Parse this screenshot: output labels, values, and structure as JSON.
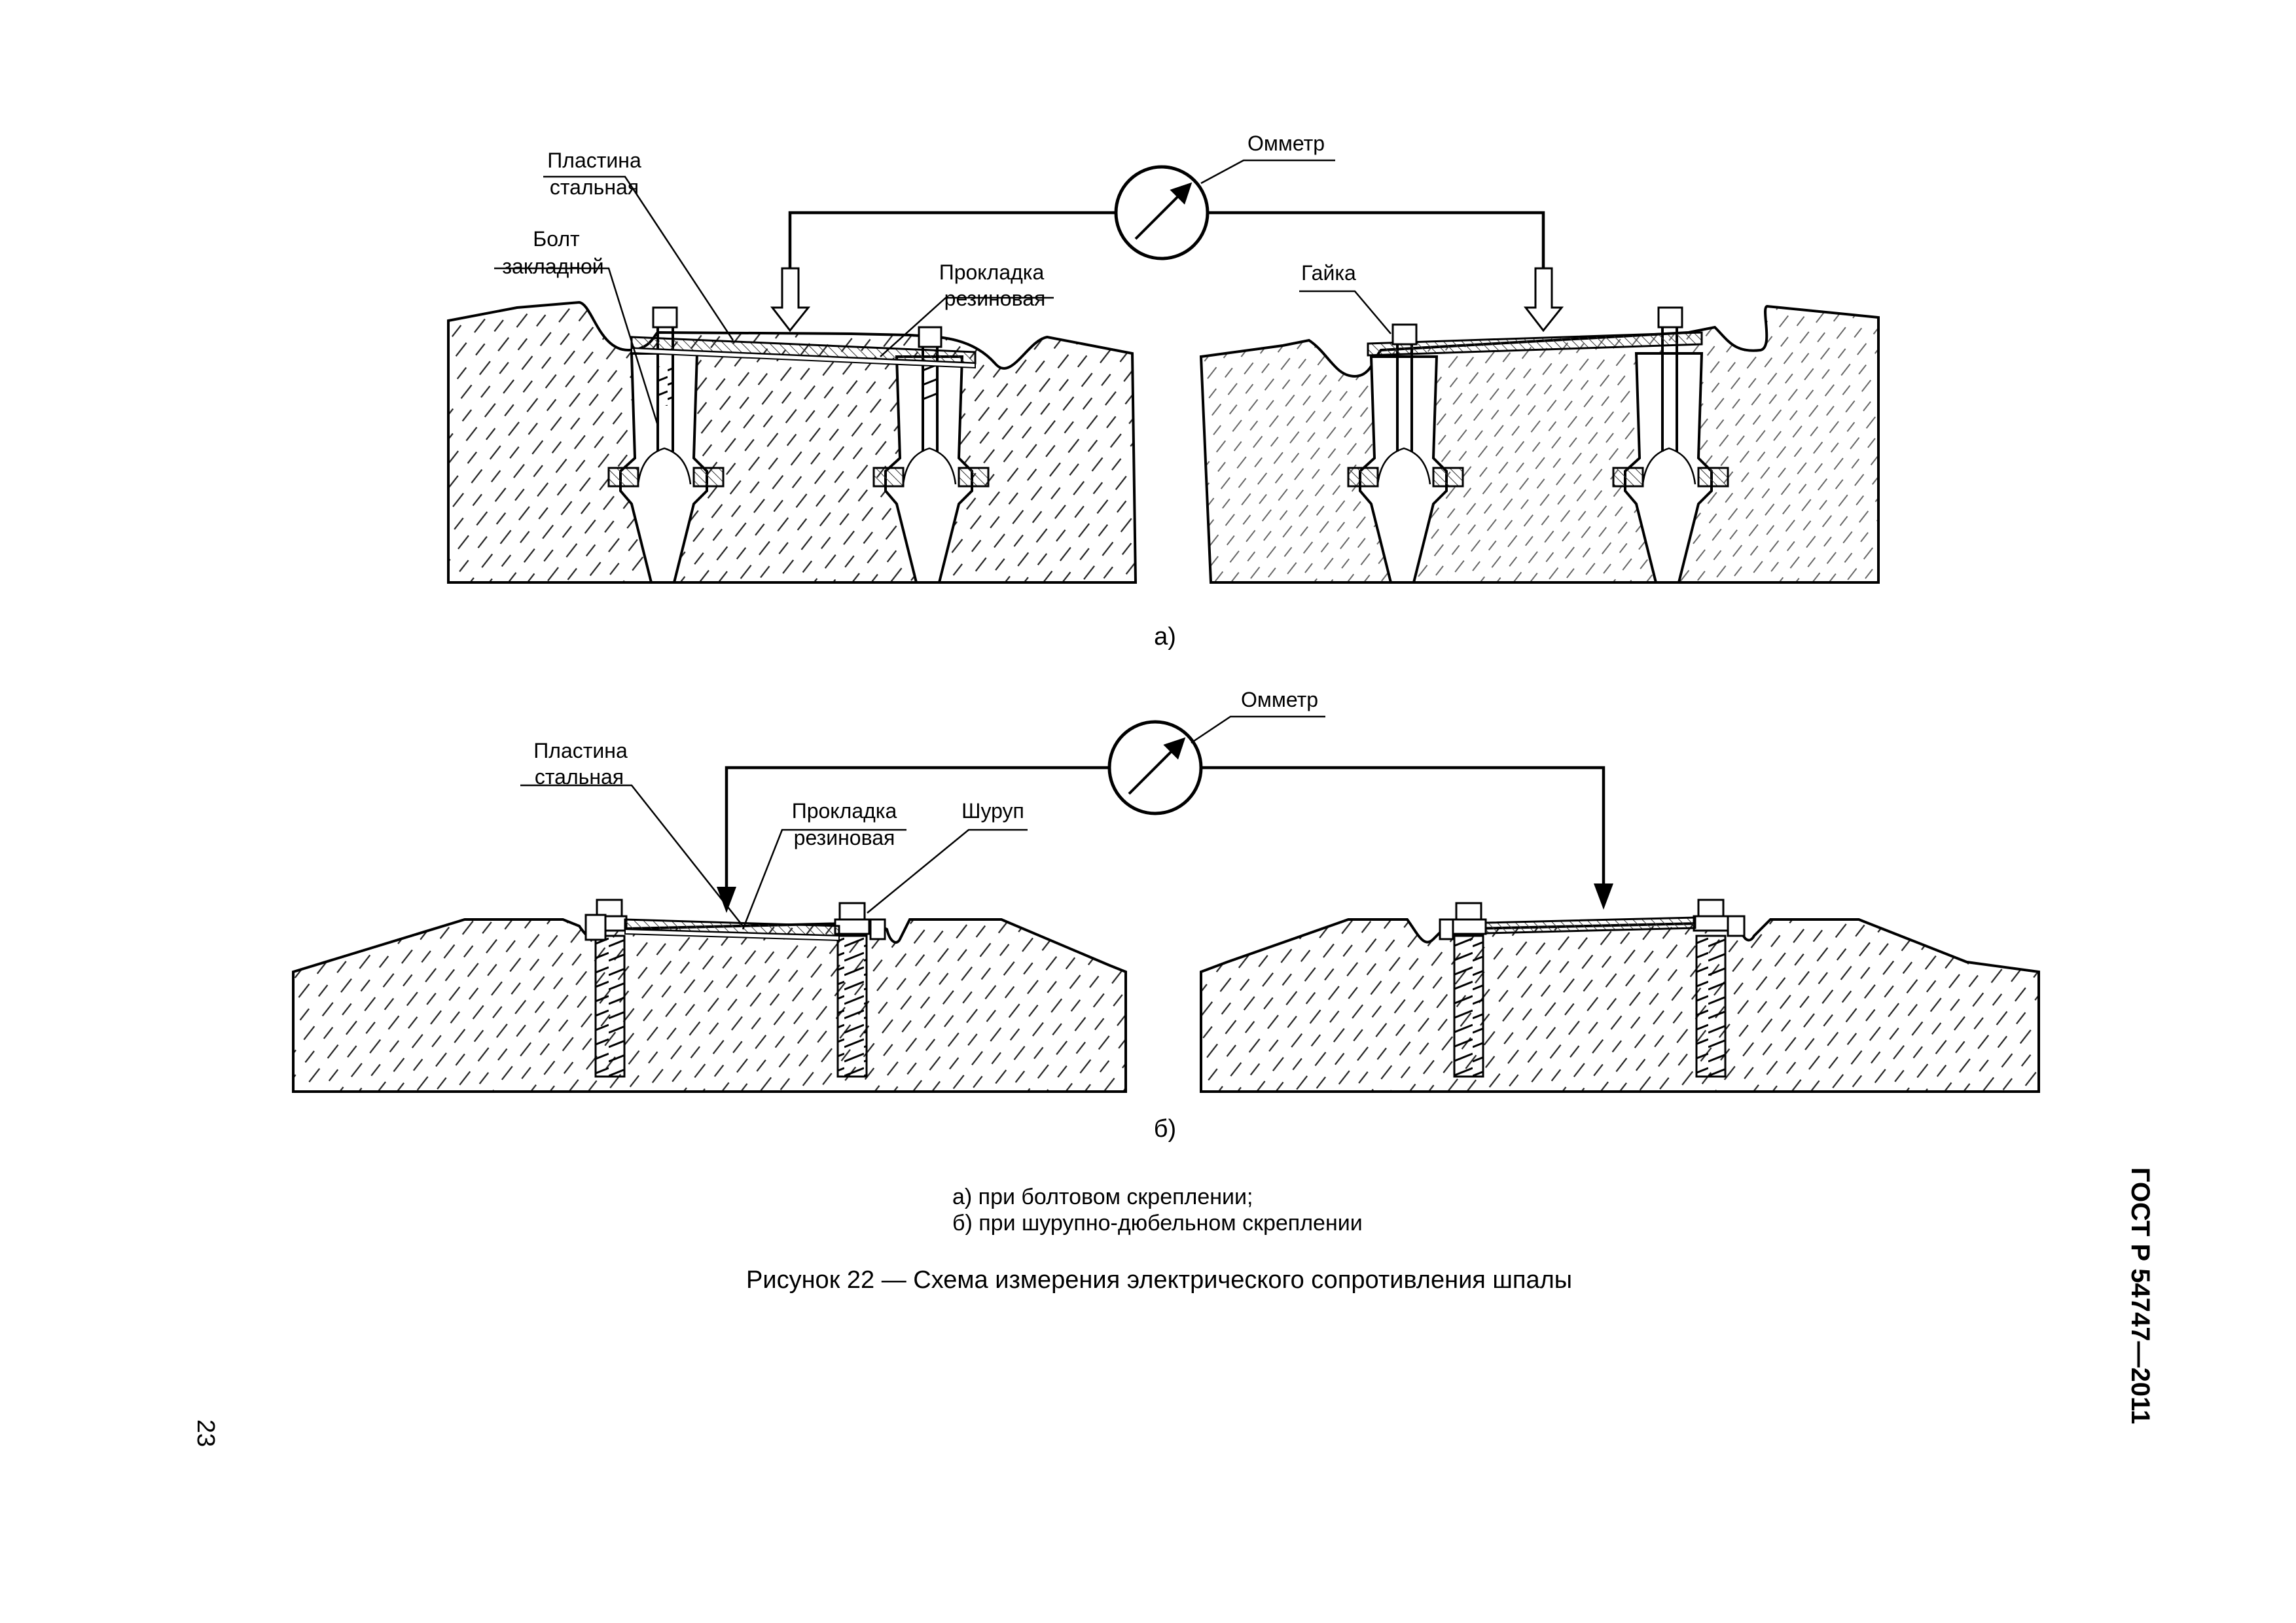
{
  "figure_a": {
    "ohmmeter": "Омметр",
    "plate_line1": "Пластина",
    "plate_line2": "стальная",
    "bolt_line1": "Болт",
    "bolt_line2": "закладной",
    "pad_line1": "Прокладка",
    "pad_line2": "резиновая",
    "nut": "Гайка",
    "sublabel": "а)"
  },
  "figure_b": {
    "ohmmeter": "Омметр",
    "plate_line1": "Пластина",
    "plate_line2": "стальная",
    "pad_line1": "Прокладка",
    "pad_line2": "резиновая",
    "screw": "Шуруп",
    "sublabel": "б)"
  },
  "legend": {
    "line_a": "а) при болтовом скреплении;",
    "line_b": "б) при шурупно-дюбельном скреплении"
  },
  "caption": "Рисунок 22 — Схема измерения электрического сопротивления шпалы",
  "page_number": "23",
  "standard": "ГОСТ Р 54747—2011"
}
